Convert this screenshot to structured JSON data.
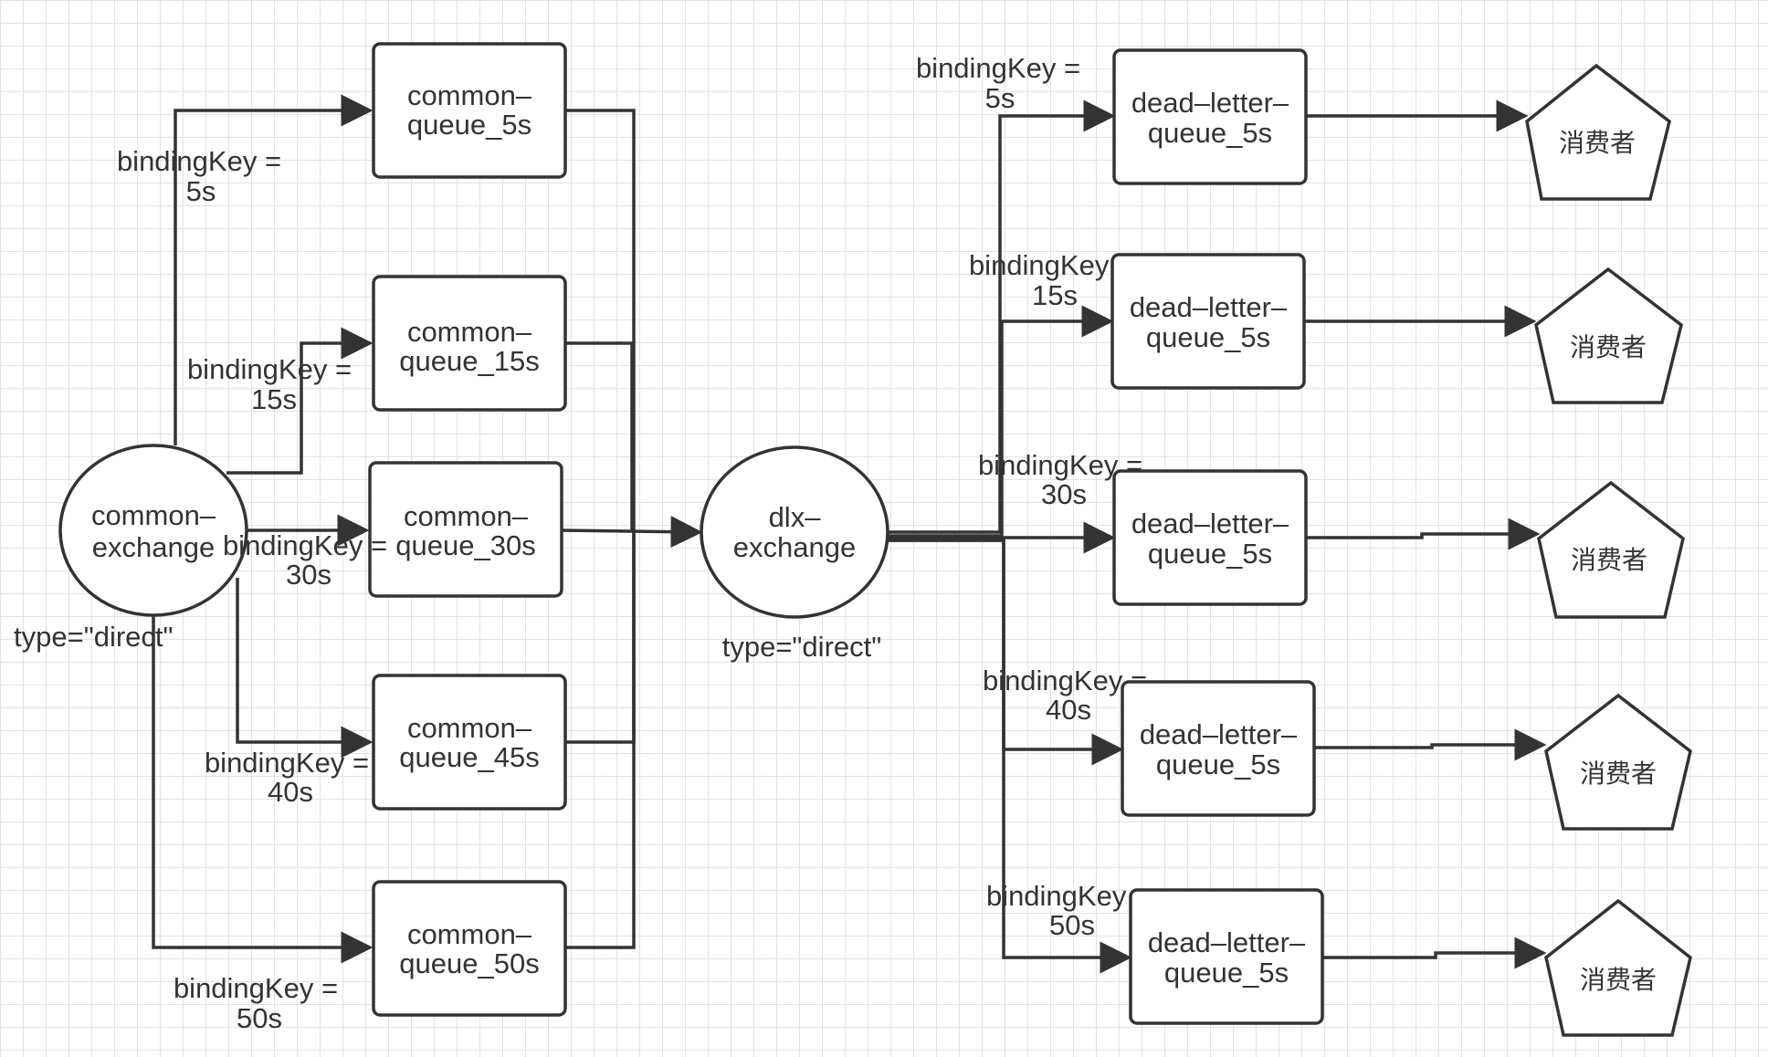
{
  "exchanges": {
    "common": {
      "line1": "common–",
      "line2": "exchange",
      "type_label": "type=\"direct\""
    },
    "dlx": {
      "line1": "dlx–",
      "line2": "exchange",
      "type_label": "type=\"direct\""
    }
  },
  "common_queues": [
    {
      "line1": "common–",
      "line2": "queue_5s"
    },
    {
      "line1": "common–",
      "line2": "queue_15s"
    },
    {
      "line1": "common–",
      "line2": "queue_30s"
    },
    {
      "line1": "common–",
      "line2": "queue_45s"
    },
    {
      "line1": "common–",
      "line2": "queue_50s"
    }
  ],
  "left_binding_labels": [
    {
      "line1": "bindingKey =",
      "line2": "5s"
    },
    {
      "line1": "bindingKey =",
      "line2": "15s"
    },
    {
      "line1": "bindingKey =",
      "line2": "30s"
    },
    {
      "line1": "bindingKey =",
      "line2": "40s"
    },
    {
      "line1": "bindingKey =",
      "line2": "50s"
    }
  ],
  "dead_letter_queues": [
    {
      "line1": "dead–letter–",
      "line2": "queue_5s"
    },
    {
      "line1": "dead–letter–",
      "line2": "queue_5s"
    },
    {
      "line1": "dead–letter–",
      "line2": "queue_5s"
    },
    {
      "line1": "dead–letter–",
      "line2": "queue_5s"
    },
    {
      "line1": "dead–letter–",
      "line2": "queue_5s"
    }
  ],
  "right_binding_labels": [
    {
      "line1": "bindingKey =",
      "line2": "5s"
    },
    {
      "line1": "bindingKey =",
      "line2": "15s"
    },
    {
      "line1": "bindingKey =",
      "line2": "30s"
    },
    {
      "line1": "bindingKey =",
      "line2": "40s"
    },
    {
      "line1": "bindingKey =",
      "line2": "50s"
    }
  ],
  "consumers": [
    {
      "label": "消费者"
    },
    {
      "label": "消费者"
    },
    {
      "label": "消费者"
    },
    {
      "label": "消费者"
    },
    {
      "label": "消费者"
    }
  ],
  "colors": {
    "stroke": "#333333",
    "text": "#333333",
    "grid": "#e2e2e2",
    "fill": "#ffffff"
  }
}
